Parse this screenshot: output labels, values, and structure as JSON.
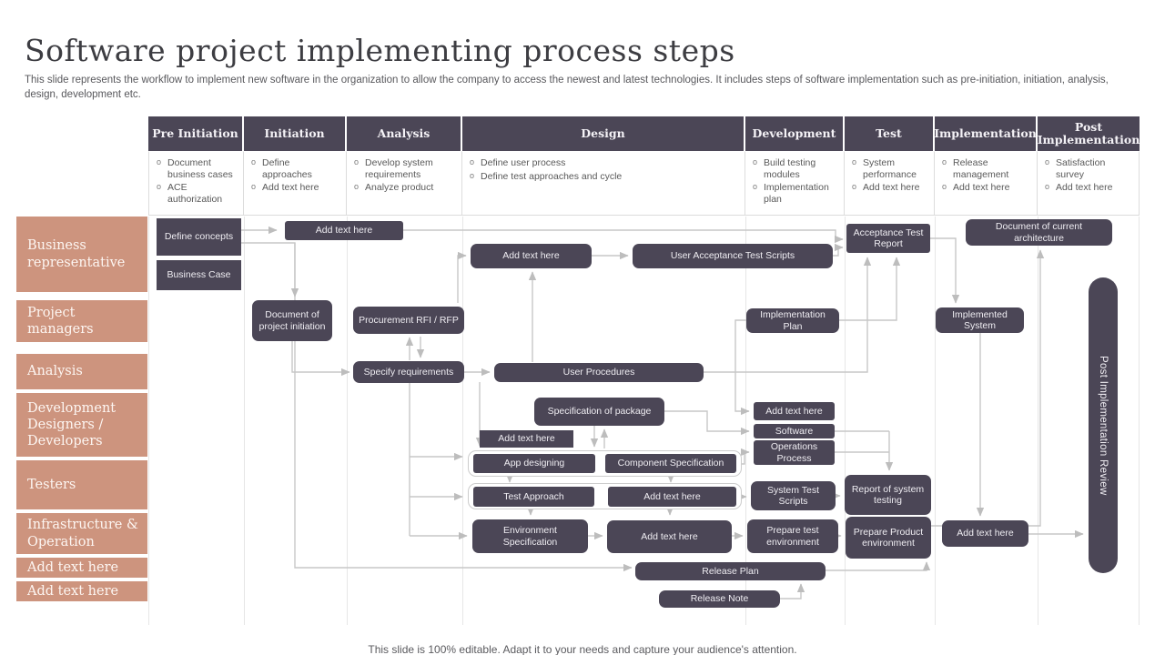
{
  "title": "Software project implementing process steps",
  "subtitle": "This slide represents the workflow to implement new software in the organization to allow the company to  access the newest and latest technologies. It includes steps of software implementation such as pre-initiation, initiation, analysis, design, development etc.",
  "footer": "This slide is 100% editable. Adapt it to your needs and capture your audience's attention.",
  "colors": {
    "accent": "#4B4656",
    "lane": "#CD947E",
    "connector": "#C7C7C7"
  },
  "table": {
    "columns": [
      {
        "label": "Pre Initiation",
        "bullets": [
          "Document business cases",
          "ACE authorization"
        ]
      },
      {
        "label": "Initiation",
        "bullets": [
          "Define approaches",
          "Add text here"
        ]
      },
      {
        "label": "Analysis",
        "bullets": [
          "Develop system requirements",
          "Analyze product"
        ]
      },
      {
        "label": "Design",
        "bullets": [
          "Define user process",
          "Define test approaches and cycle"
        ]
      },
      {
        "label": "Development",
        "bullets": [
          "Build testing modules",
          "Implementation plan"
        ]
      },
      {
        "label": "Test",
        "bullets": [
          "System performance",
          "Add text here"
        ]
      },
      {
        "label": "Implementation",
        "bullets": [
          "Release management",
          "Add text here"
        ]
      },
      {
        "label": "Post Implementation",
        "bullets": [
          "Satisfaction survey",
          "Add text here"
        ]
      }
    ]
  },
  "lanes": [
    "Business representative",
    "Project managers",
    "Analysis",
    "Development Designers / Developers",
    "Testers",
    "Infrastructure & Operation",
    "Add text here",
    "Add text here"
  ],
  "boxes": {
    "defineConcepts": "Define concepts",
    "businessCase": "Business Case",
    "addTextTop": "Add text here",
    "docProjectInitiation": "Document of project initiation",
    "procurementRfi": "Procurement RFI / RFP",
    "specifyRequirements": "Specify requirements",
    "addTextDesign": "Add text here",
    "userAcceptance": "User Acceptance Test Scripts",
    "userProcedures": "User Procedures",
    "specPackage": "Specification of package",
    "addTextMid": "Add text here",
    "appDesigning": "App designing",
    "componentSpec": "Component Specification",
    "addTextRight": "Add text here",
    "software": "Software",
    "operationsProcess": "Operations Process",
    "implementationPlan": "Implementation Plan",
    "testApproach": "Test Approach",
    "addTextTest": "Add text here",
    "systemTestScripts": "System Test Scripts",
    "reportSystemTesting": "Report of system testing",
    "envSpec": "Environment Specification",
    "addTextEnv": "Add text here",
    "prepareTestEnv": "Prepare test environment",
    "prepareProductEnv": "Prepare Product environment",
    "addTextImpl": "Add text here",
    "releasePlan": "Release Plan",
    "releaseNote": "Release Note",
    "acceptanceTestReport": "Acceptance Test Report",
    "docCurrentArch": "Document of current architecture",
    "implementedSystem": "Implemented System",
    "postImplReview": "Post Implementation Review"
  }
}
